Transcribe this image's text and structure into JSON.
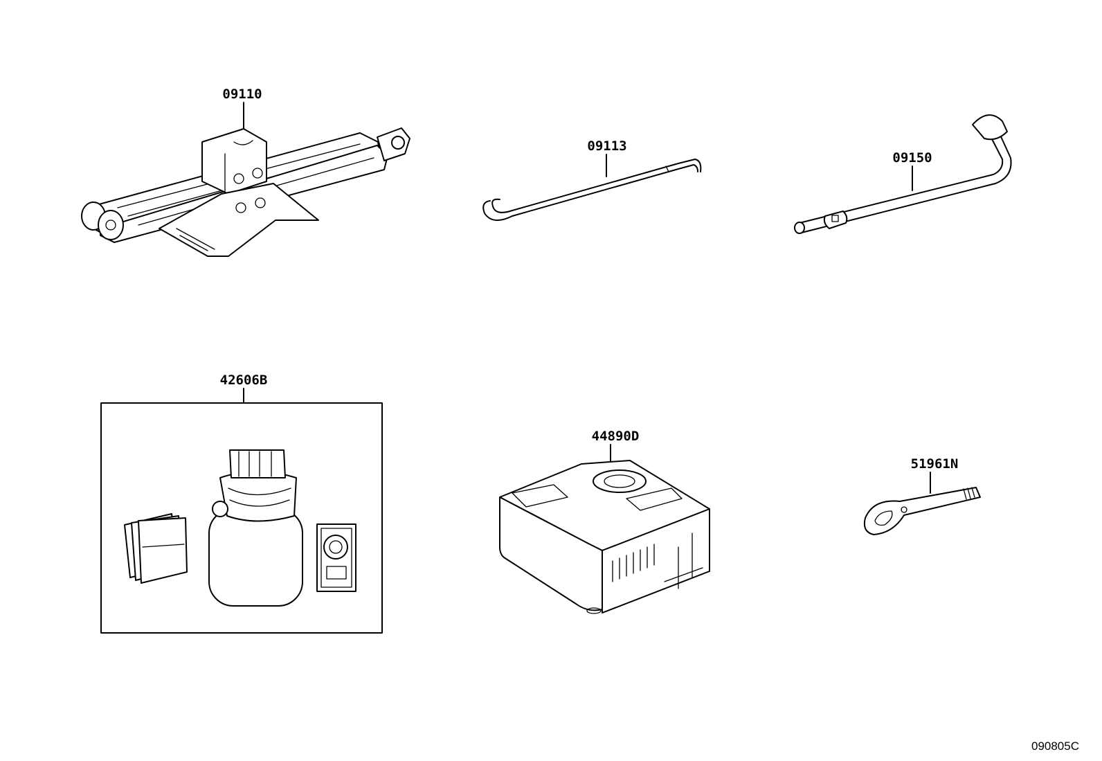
{
  "diagram": {
    "parts": [
      {
        "id": "jack",
        "label": "09110"
      },
      {
        "id": "jack-handle",
        "label": "09113"
      },
      {
        "id": "lug-wrench",
        "label": "09150"
      },
      {
        "id": "tire-repair-kit",
        "label": "42606B"
      },
      {
        "id": "air-compressor",
        "label": "44890D"
      },
      {
        "id": "towing-eye",
        "label": "51961N"
      }
    ],
    "figure_code": "090805C"
  }
}
